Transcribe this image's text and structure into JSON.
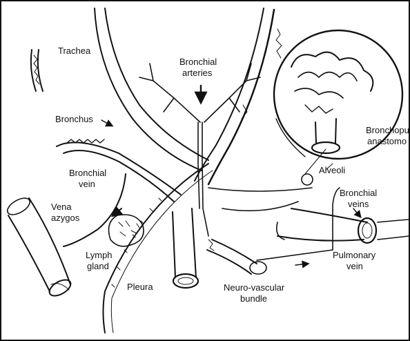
{
  "labels": {
    "trachea": "Trachea",
    "bronchial_arteries_1": "Bronchial",
    "bronchial_arteries_2": "arteries",
    "bronchus": "Bronchus",
    "bronchopulm_1": "Bronchopu",
    "bronchopulm_2": "anastomo",
    "bronchial_vein_1": "Bronchial",
    "bronchial_vein_2": "vein",
    "alveoli": "Alveoli",
    "vena_azygos_1": "Vena",
    "vena_azygos_2": "azygos",
    "bronchial_veins_1": "Bronchial",
    "bronchial_veins_2": "veins",
    "lymph_gland_1": "Lymph",
    "lymph_gland_2": "gland",
    "pulmonary_vein_1": "Pulmonary",
    "pulmonary_vein_2": "vein",
    "pleura": "Pleura",
    "neurovascular_1": "Neuro-vascular",
    "neurovascular_2": "bundle"
  },
  "colors": {
    "ink": "#111111",
    "paper": "#ffffff"
  }
}
